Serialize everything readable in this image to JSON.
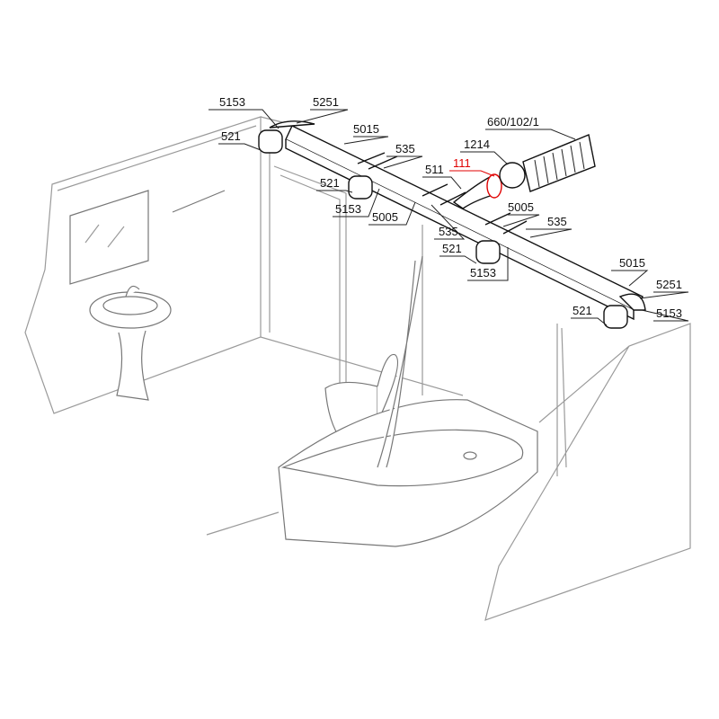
{
  "labels": [
    {
      "id": "5153",
      "text": "5153"
    },
    {
      "id": "5251",
      "text": "5251"
    },
    {
      "id": "521",
      "text": "521"
    },
    {
      "id": "5015",
      "text": "5015"
    },
    {
      "id": "535",
      "text": "535"
    },
    {
      "id": "660",
      "text": "660/102/1"
    },
    {
      "id": "1214",
      "text": "1214"
    },
    {
      "id": "111",
      "text": "111",
      "highlight": true
    },
    {
      "id": "511",
      "text": "511"
    },
    {
      "id": "521b",
      "text": "521"
    },
    {
      "id": "5153b",
      "text": "5153"
    },
    {
      "id": "5005",
      "text": "5005"
    },
    {
      "id": "535b",
      "text": "535"
    },
    {
      "id": "5005b",
      "text": "5005"
    },
    {
      "id": "535c",
      "text": "535"
    },
    {
      "id": "521c",
      "text": "521"
    },
    {
      "id": "5153c",
      "text": "5153"
    },
    {
      "id": "5015b",
      "text": "5015"
    },
    {
      "id": "5251b",
      "text": "5251"
    },
    {
      "id": "521d",
      "text": "521"
    },
    {
      "id": "5153d",
      "text": "5153"
    }
  ],
  "colors": {
    "highlight": "#e00000",
    "line": "#111111",
    "room": "#9a9a9a"
  }
}
